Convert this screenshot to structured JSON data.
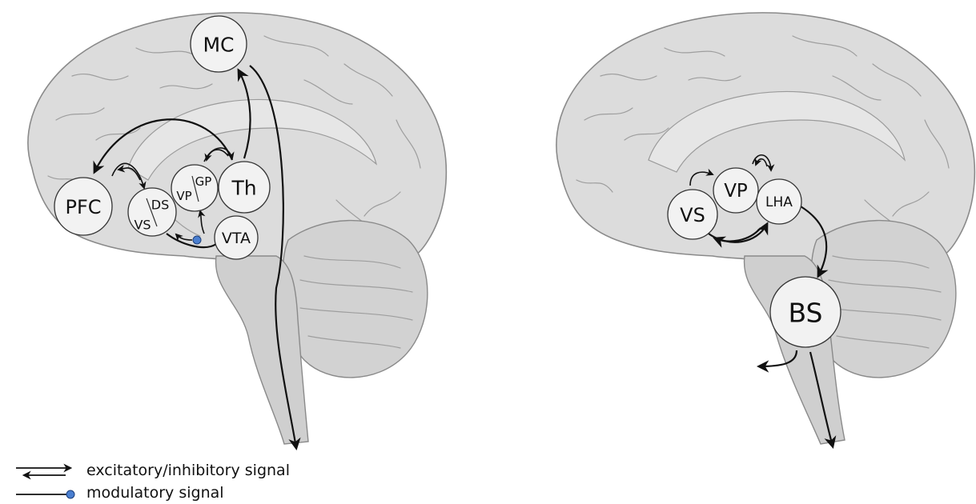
{
  "left_panel": {
    "nodes": {
      "mc": "MC",
      "pfc": "PFC",
      "th": "Th",
      "vta": "VTA",
      "ds": "DS",
      "vs": "VS",
      "vp": "VP",
      "gp": "GP"
    }
  },
  "right_panel": {
    "nodes": {
      "vs": "VS",
      "vp": "VP",
      "lha": "LHA",
      "bs": "BS"
    }
  },
  "legend": {
    "excitatory_inhibitory": "excitatory/inhibitory signal",
    "modulatory": "modulatory signal"
  },
  "colors": {
    "modulatory_dot": "#4a7fd0",
    "brain_fill": "#dcdcdc",
    "node_fill": "#f2f2f2"
  }
}
